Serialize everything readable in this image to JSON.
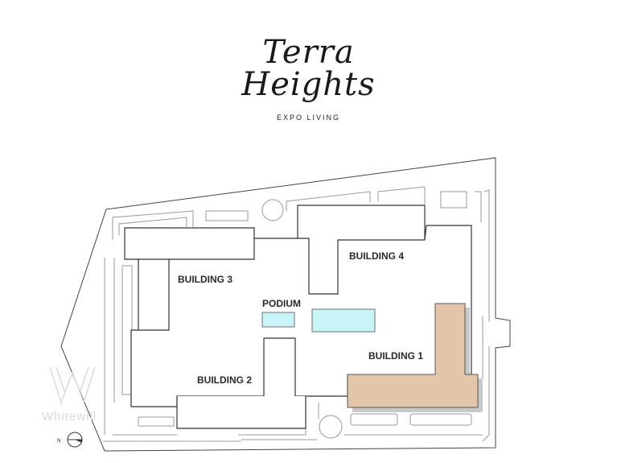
{
  "header": {
    "title_line1": "Terra",
    "title_line2": "Heights",
    "subtitle": "EXPO LIVING"
  },
  "plan": {
    "labels": {
      "building3": "BUILDING 3",
      "building4": "BUILDING 4",
      "podium": "PODIUM",
      "building1": "BUILDING 1",
      "building2": "BUILDING 2"
    },
    "highlight_color": "#e3c6aa",
    "pool_color": "#c8f3f7"
  },
  "watermark": {
    "text": "Whitewill"
  },
  "compass": {
    "label": "N"
  }
}
